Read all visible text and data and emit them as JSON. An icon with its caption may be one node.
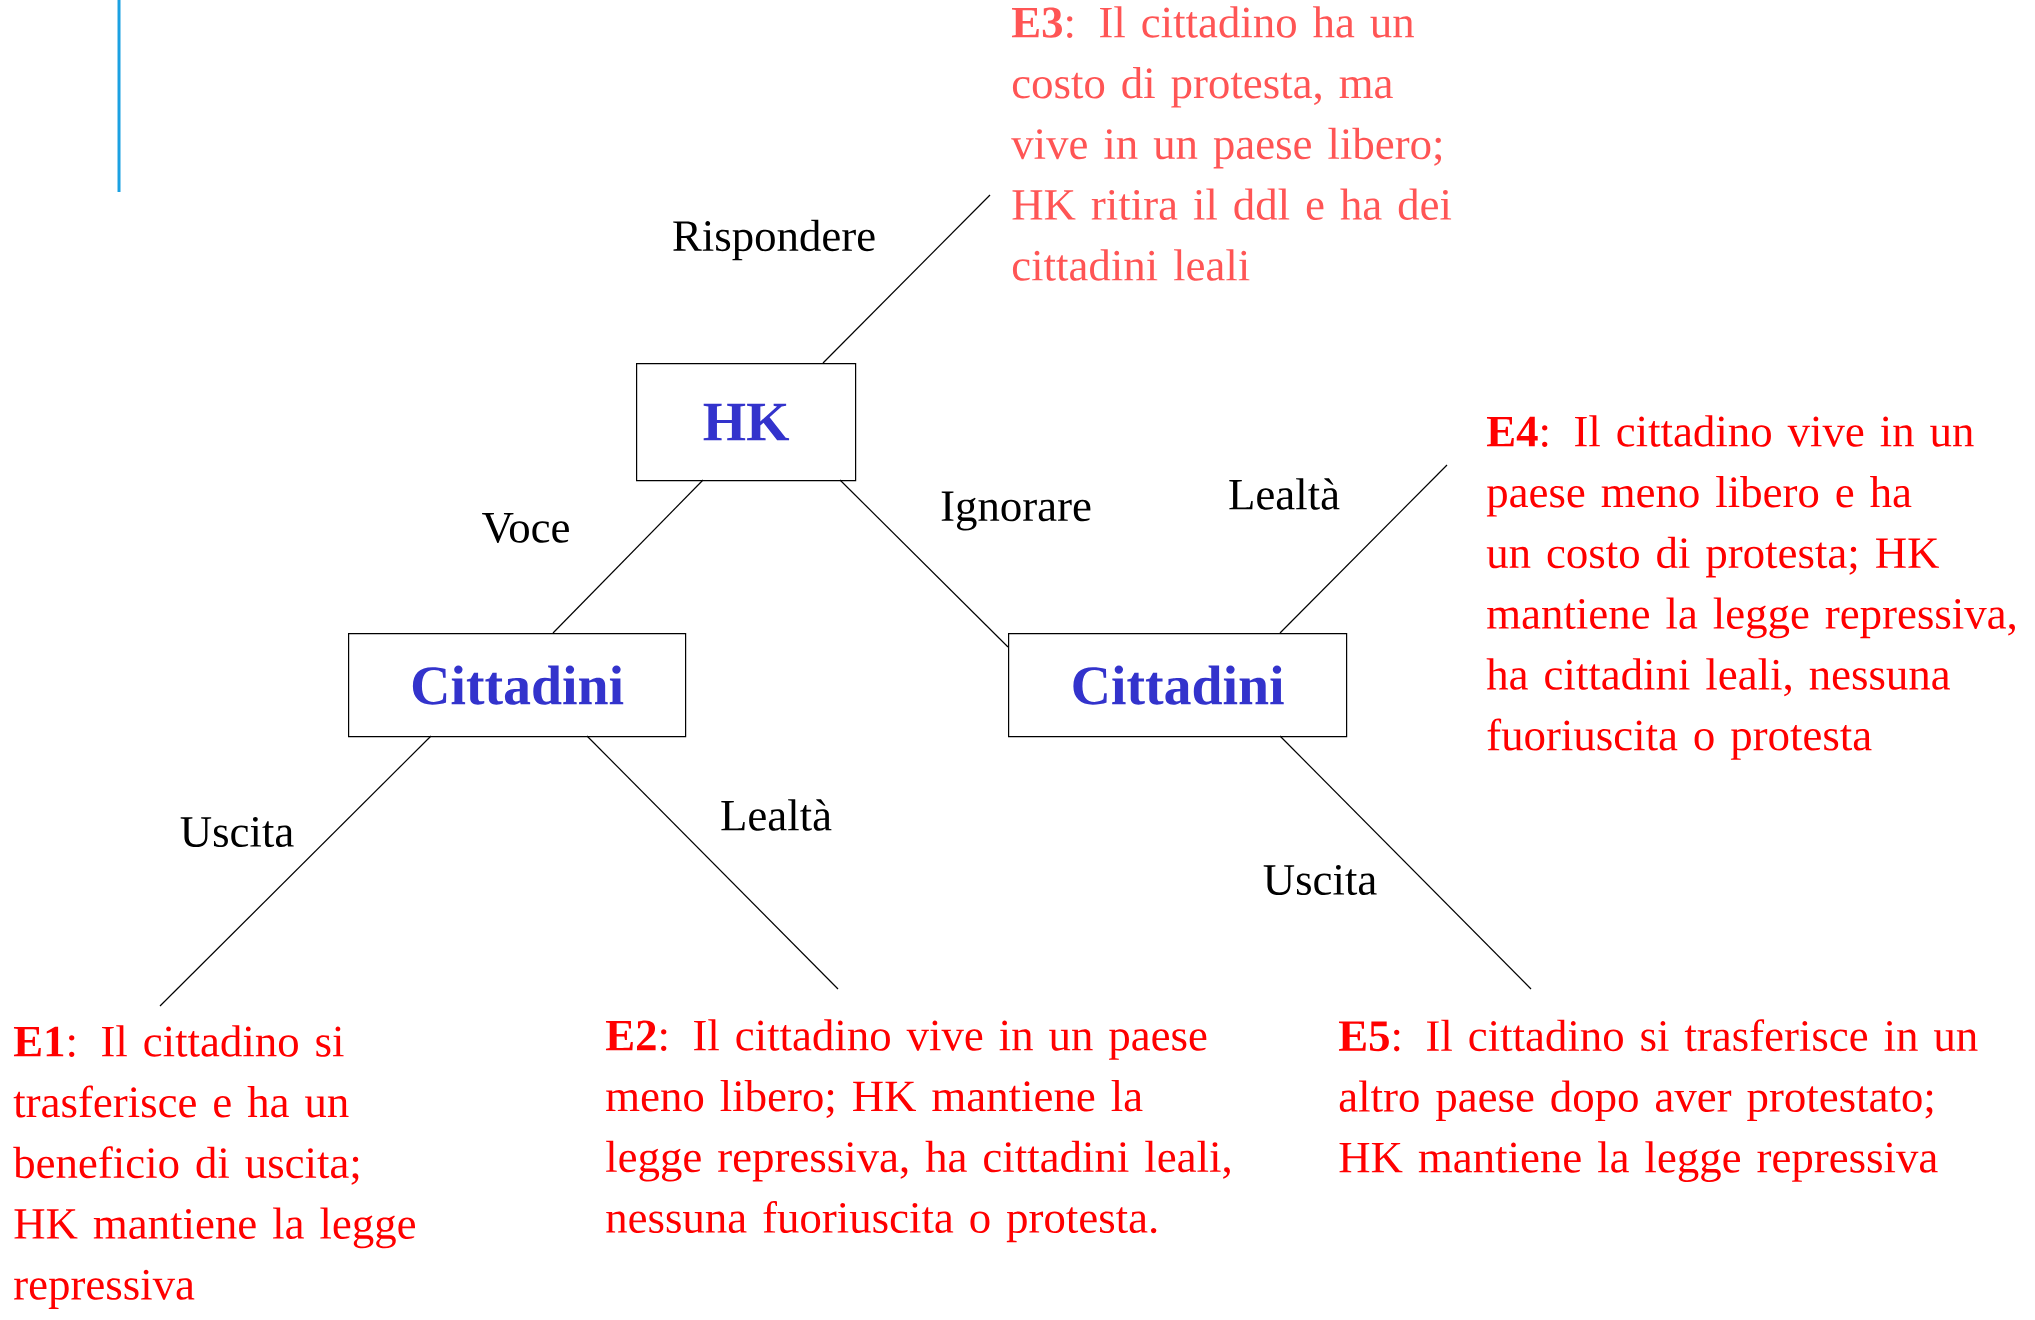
{
  "diagram": {
    "nodes": [
      {
        "text": [
          "HK"
        ]
      },
      {
        "text": [
          "Cittadini"
        ]
      },
      {
        "text": [
          "Cittadini"
        ]
      },
      {
        "text": [
          "**E3**: Il cittadino ha un costo di protesta, ma vive in un paese libero; HK ritira il ddl e ha dei cittadini leali"
        ]
      },
      {
        "text": [
          "**E4**: Il cittadino vive in un paese meno libero e ha un costo di protesta; HK mantiene la legge repressiva, ha cittadini leali, nessuna fuoriuscita o protesta"
        ]
      },
      {
        "text": [
          "**E1**: Il cittadino si trasferisce e ha un beneficio di uscita; HK mantiene la legge repressiva"
        ]
      },
      {
        "text": [
          "**E2**: Il cittadino vive in un paese meno libero; HK mantiene la legge repressiva, ha cittadini leali, nessuna fuoriuscita o protesta."
        ]
      },
      {
        "text": [
          "**E5**: Il cittadino si trasferisce in un altro paese dopo aver protestato; HK mantiene la legge repressiva"
        ]
      }
    ],
    "edges": [
      {
        "from": 0,
        "to": 3,
        "arrow": "none",
        "label": "Rispondere"
      },
      {
        "from": 0,
        "to": 1,
        "arrow": "none",
        "label": "Voce"
      },
      {
        "from": 0,
        "to": 2,
        "arrow": "none",
        "label": "Ignorare"
      },
      {
        "from": 1,
        "to": 5,
        "arrow": "none",
        "label": "Uscita"
      },
      {
        "from": 1,
        "to": 6,
        "arrow": "none",
        "label": "Lealtà"
      },
      {
        "from": 2,
        "to": 4,
        "arrow": "none",
        "label": "Lealtà"
      },
      {
        "from": 2,
        "to": 7,
        "arrow": "none",
        "label": "Uscita"
      }
    ]
  }
}
